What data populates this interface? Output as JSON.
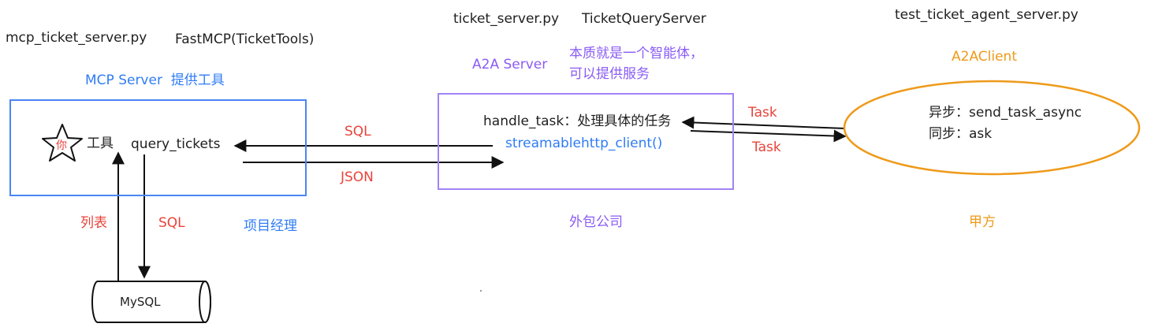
{
  "mcp": {
    "filename": "mcp_ticket_server.py",
    "class_name": "FastMCP(TicketTools)",
    "title": "MCP Server  提供工具",
    "star_glyph": "你",
    "tool_label": "工具",
    "tool_name": "query_tickets",
    "role": "项目经理"
  },
  "a2a": {
    "filename": "ticket_server.py",
    "class_name": "TicketQueryServer",
    "title": "A2A Server",
    "desc_line1": "本质就是一个智能体，",
    "desc_line2": "可以提供服务",
    "handle_task": "handle_task：处理具体的任务",
    "client_call": "streamablehttp_client()",
    "role": "外包公司"
  },
  "client": {
    "filename": "test_ticket_agent_server.py",
    "title": "A2AClient",
    "async_line": "异步：send_task_async",
    "sync_line": "同步：ask",
    "role": "甲方"
  },
  "arrows": {
    "sql_top": "SQL",
    "json": "JSON",
    "task_top": "Task",
    "task_bottom": "Task",
    "list": "列表",
    "sql_down": "SQL"
  },
  "db": {
    "label": "MySQL"
  },
  "colors": {
    "blue": "#2f7cf6",
    "purple": "#8a5cf5",
    "red": "#e8433a",
    "orange": "#ee9a1a"
  }
}
